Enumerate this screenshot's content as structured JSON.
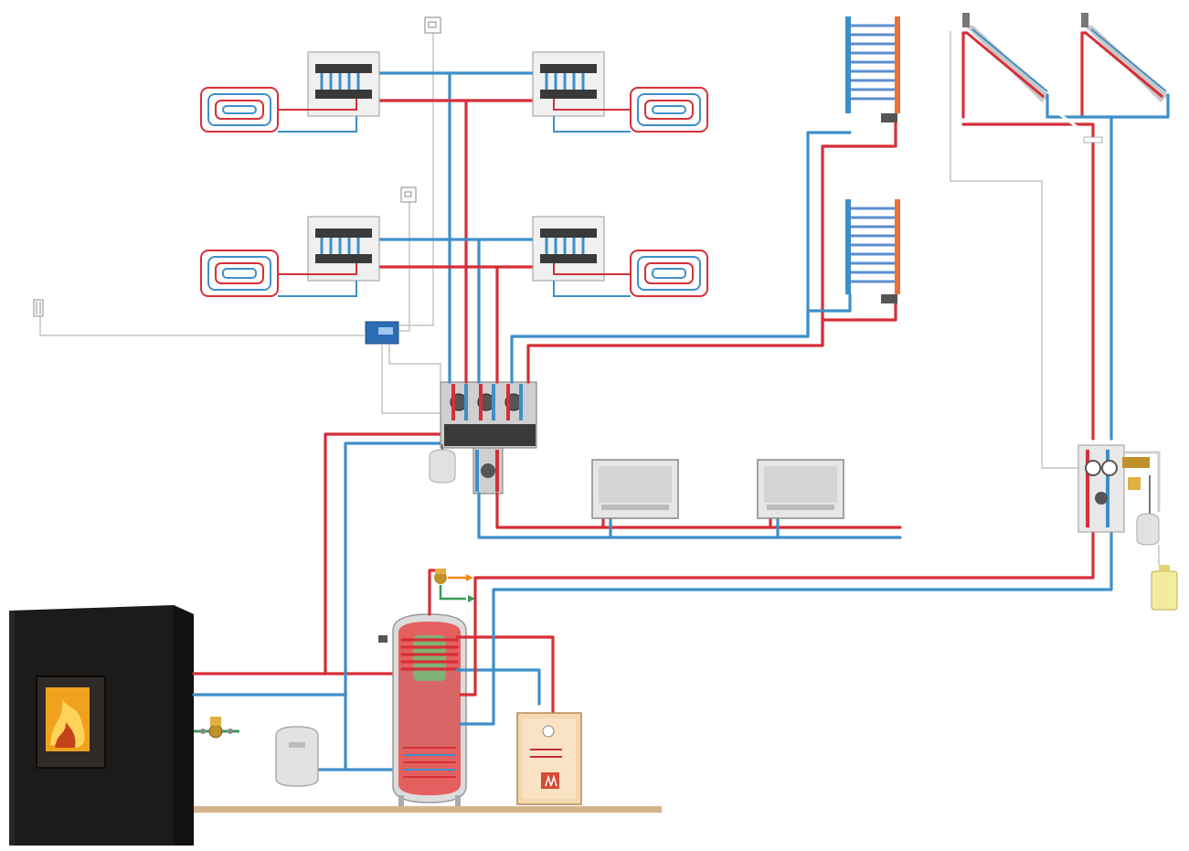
{
  "colors": {
    "hot": "#d62f37",
    "cold": "#3e8fc9",
    "stove": "#1d1b1a",
    "stove_fire": "#f0a21e",
    "floor": "#d4b48a",
    "tank": "#dcdcdc",
    "controller": "#2c6db5",
    "dhw_green": "#3a9a5a",
    "dhw_orange": "#f08a1c",
    "vessel": "#e2e2e2",
    "boiler": "#f5d8b0",
    "manifold_box": "#f0f0f0"
  },
  "components": {
    "stove": "pellet-stove",
    "buffer_tank": "buffer-tank",
    "expansion_vessel": "expansion-vessel",
    "solar_collectors": 2,
    "radiators": 2,
    "fan_coils": 2,
    "floor_loops": 4,
    "manifolds": 4
  }
}
